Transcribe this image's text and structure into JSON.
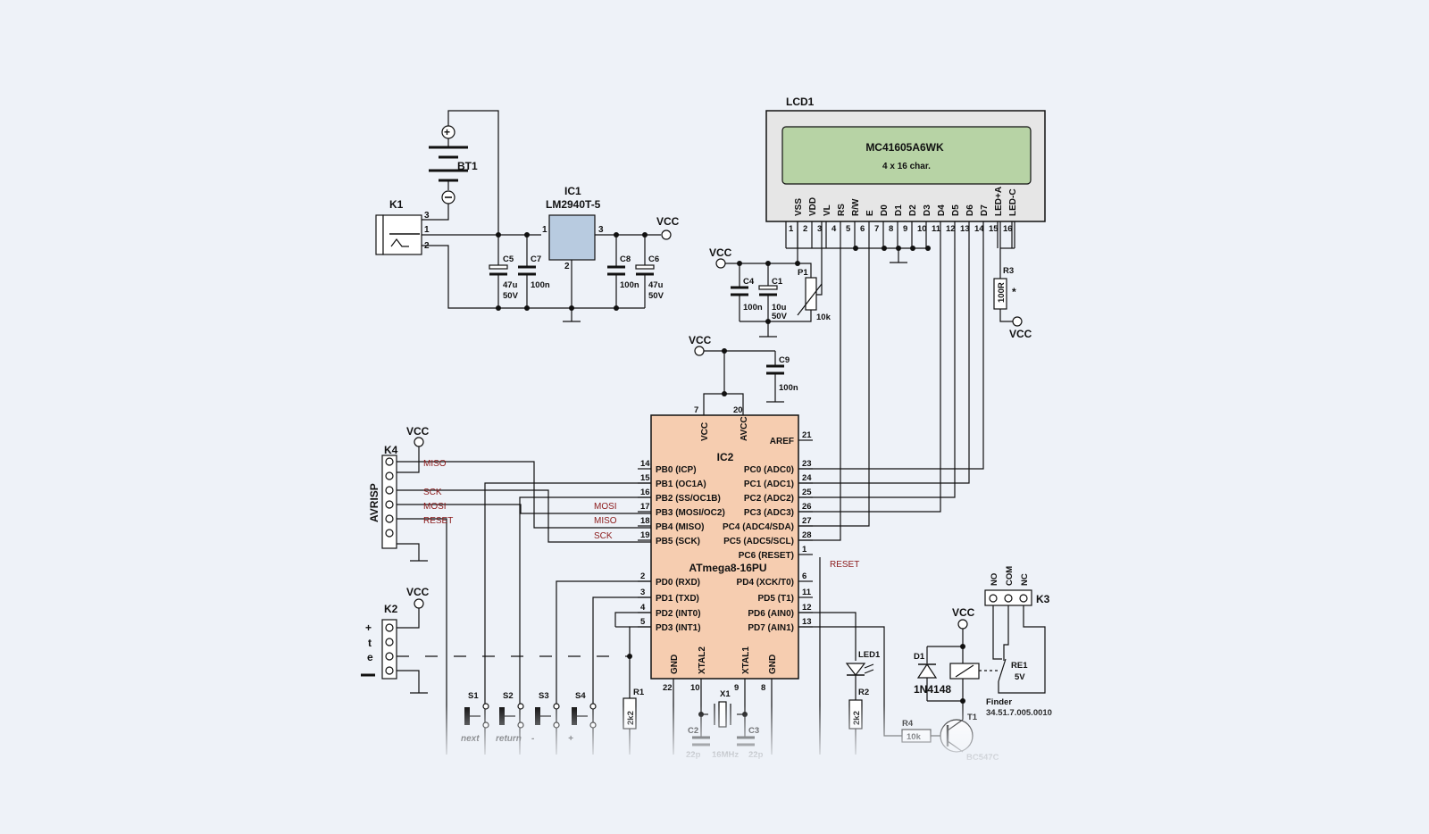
{
  "parts": {
    "lcd_ref": "LCD1",
    "lcd_model": "MC41605A6WK",
    "lcd_desc": "4 x 16 char.",
    "lcd_pins": [
      "VSS",
      "VDD",
      "VL",
      "RS",
      "R/W",
      "E",
      "D0",
      "D1",
      "D2",
      "D3",
      "D4",
      "D5",
      "D6",
      "D7",
      "LED+A",
      "LED-C"
    ],
    "lcd_pin_numbers": [
      "1",
      "2",
      "3",
      "4",
      "5",
      "6",
      "7",
      "8",
      "9",
      "10",
      "11",
      "12",
      "13",
      "14",
      "15",
      "16"
    ],
    "bt1": "BT1",
    "k1": "K1",
    "ic1_ref": "IC1",
    "ic1_model": "LM2940T-5",
    "c5": "C5",
    "c5_val1": "47u",
    "c5_val2": "50V",
    "c7": "C7",
    "c7_val": "100n",
    "c8": "C8",
    "c8_val": "100n",
    "c6": "C6",
    "c6_val1": "47u",
    "c6_val2": "50V",
    "c4": "C4",
    "c4_val": "100n",
    "c1": "C1",
    "c1_val1": "10u",
    "c1_val2": "50V",
    "p1": "P1",
    "p1_val": "10k",
    "r3": "R3",
    "r3_val": "100R",
    "r3_star": "*",
    "c9": "C9",
    "c9_val": "100n",
    "ic2_ref": "IC2",
    "ic2_model": "ATmega8-16PU",
    "k4": "K4",
    "k4_name": "AVRISP",
    "k2": "K2",
    "k2_labels": [
      "+",
      "t",
      "e"
    ],
    "k3": "K3",
    "k3_pins": [
      "NO",
      "COM",
      "NC"
    ],
    "re1": "RE1",
    "re1_val": "5V",
    "finder1": "Finder",
    "finder2": "34.51.7.005.0010",
    "d1": "D1",
    "d1_val": "1N4148",
    "t1": "T1",
    "t1_val": "BC547C",
    "led1": "LED1",
    "r2": "R2",
    "r2_val": "2k2",
    "r4": "R4",
    "r4_val": "10k",
    "r1": "R1",
    "r1_val": "2k2",
    "x1": "X1",
    "x1_val": "16MHz",
    "c2": "C2",
    "c2_val": "22p",
    "c3": "C3",
    "c3_val": "22p",
    "switches": [
      {
        "ref": "S1",
        "label": "next"
      },
      {
        "ref": "S2",
        "label": "return"
      },
      {
        "ref": "S3",
        "label": "-"
      },
      {
        "ref": "S4",
        "label": "+"
      }
    ],
    "vcc": "VCC"
  },
  "ic2_pins": {
    "top": [
      {
        "num": "7",
        "name": "VCC"
      },
      {
        "num": "20",
        "name": "AVCC"
      }
    ],
    "aref": {
      "num": "21",
      "name": "AREF"
    },
    "left": [
      {
        "num": "14",
        "name": "PB0 (ICP)"
      },
      {
        "num": "15",
        "name": "PB1 (OC1A)"
      },
      {
        "num": "16",
        "name": "PB2 (SS/OC1B)"
      },
      {
        "num": "17",
        "name": "PB3 (MOSI/OC2)"
      },
      {
        "num": "18",
        "name": "PB4 (MISO)"
      },
      {
        "num": "19",
        "name": "PB5 (SCK)"
      },
      {
        "num": "2",
        "name": "PD0 (RXD)"
      },
      {
        "num": "3",
        "name": "PD1 (TXD)"
      },
      {
        "num": "4",
        "name": "PD2 (INT0)"
      },
      {
        "num": "5",
        "name": "PD3 (INT1)"
      }
    ],
    "right": [
      {
        "num": "23",
        "name": "PC0 (ADC0)"
      },
      {
        "num": "24",
        "name": "PC1 (ADC1)"
      },
      {
        "num": "25",
        "name": "PC2 (ADC2)"
      },
      {
        "num": "26",
        "name": "PC3 (ADC3)"
      },
      {
        "num": "27",
        "name": "PC4 (ADC4/SDA)"
      },
      {
        "num": "28",
        "name": "PC5 (ADC5/SCL)"
      },
      {
        "num": "1",
        "name": "PC6 (RESET)"
      },
      {
        "num": "6",
        "name": "PD4 (XCK/T0)"
      },
      {
        "num": "11",
        "name": "PD5 (T1)"
      },
      {
        "num": "12",
        "name": "PD6 (AIN0)"
      },
      {
        "num": "13",
        "name": "PD7 (AIN1)"
      }
    ],
    "bottom": [
      {
        "num": "22",
        "name": "GND"
      },
      {
        "num": "10",
        "name": "XTAL2"
      },
      {
        "num": "9",
        "name": "XTAL1"
      },
      {
        "num": "8",
        "name": "GND"
      }
    ]
  },
  "signals": {
    "miso": "MISO",
    "sck": "SCK",
    "mosi": "MOSI",
    "reset": "RESET"
  },
  "colors": {
    "background": "#eef2f8",
    "ic2_fill": "#f6cdb0",
    "lcd_screen": "#b7d3a5",
    "lcd_body": "#e6e6e6",
    "signal": "#8b1a1a",
    "ic1_fill": "#b8cbe0"
  }
}
